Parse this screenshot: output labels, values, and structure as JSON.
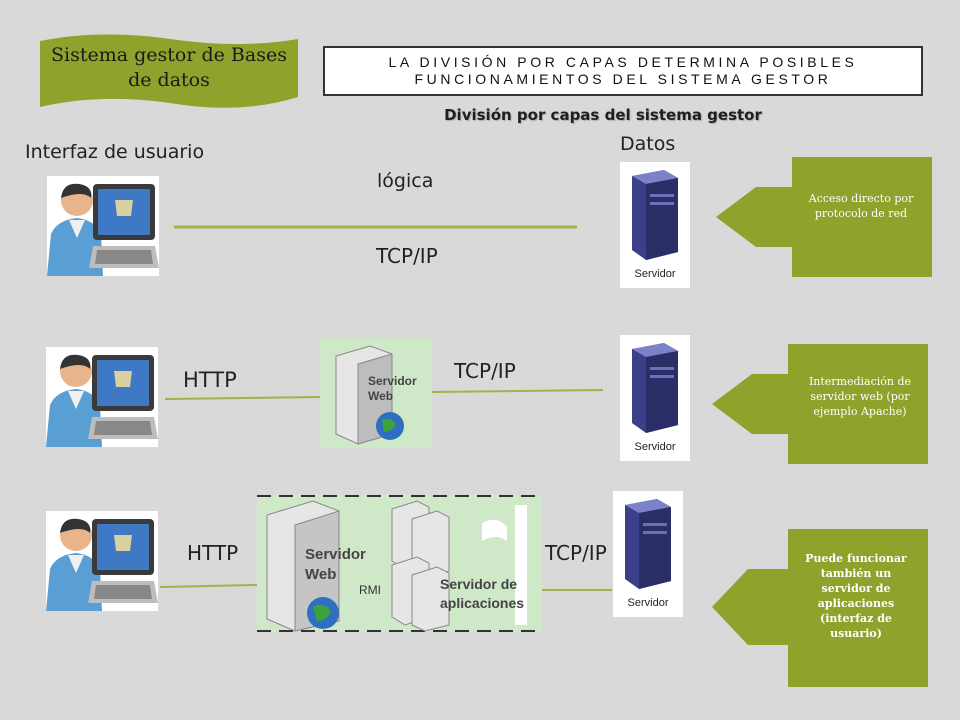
{
  "banner": {
    "text": "Sistema gestor de Bases de datos"
  },
  "title_box": {
    "text": "LA DIVISIÓN POR CAPAS DETERMINA POSIBLES FUNCIONAMIENTOS DEL SISTEMA GESTOR"
  },
  "subtitle": "División por capas del  sistema gestor",
  "column_labels": {
    "ui": "Interfaz de usuario",
    "data": "Datos"
  },
  "row1": {
    "logic_label": "lógica",
    "protocol": "TCP/IP"
  },
  "row2": {
    "http": "HTTP",
    "tcp": "TCP/IP",
    "web_server": "Servidor Web"
  },
  "row3": {
    "http": "HTTP",
    "tcp": "TCP/IP",
    "web_server": "Servidor Web",
    "rmi": "RMI",
    "app_server": "Servidor de aplicaciones"
  },
  "server_caption": "Servidor",
  "notes": [
    "Acceso directo por protocolo de red",
    "Intermediación de servidor web (por ejemplo Apache)",
    "Puede funcionar también un servidor de aplicaciones (interfaz de usuario)"
  ],
  "colors": {
    "accent": "#8ea32b",
    "line": "#a3b24a",
    "background": "#d9d9d9"
  },
  "icons": [
    "user-computer-icon",
    "server-tower-icon",
    "globe-icon"
  ]
}
